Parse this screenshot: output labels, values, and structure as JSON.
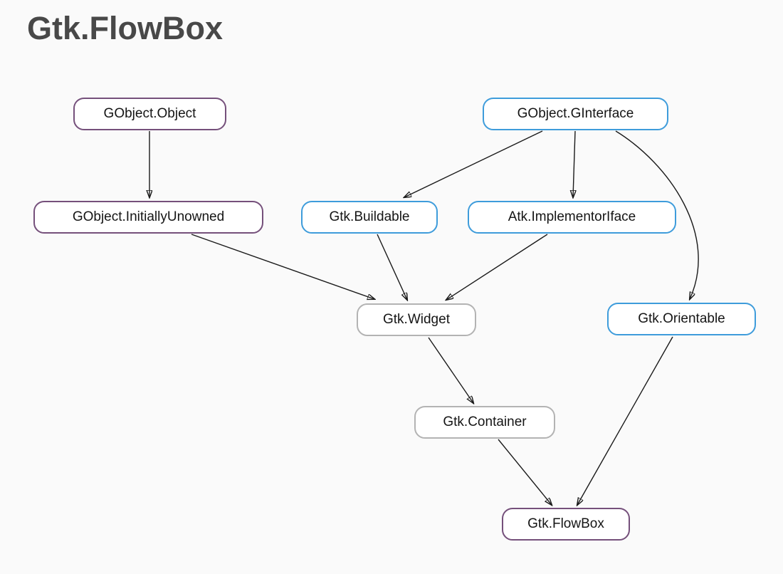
{
  "page": {
    "title": "Gtk.FlowBox",
    "background_color": "#fafafa",
    "title_color": "#484848"
  },
  "colors": {
    "class_node_border": "#75507b",
    "interface_node_border": "#3e9cdb",
    "ancestor_node_border": "#b3b3b3",
    "node_background": "#ffffff",
    "node_text": "#151515",
    "edge_stroke": "#1a1a1a"
  },
  "diagram": {
    "type": "inheritance-graph",
    "nodes": [
      {
        "id": "gobject-object",
        "label": "GObject.Object",
        "kind": "class"
      },
      {
        "id": "gobject-ginterface",
        "label": "GObject.GInterface",
        "kind": "interface"
      },
      {
        "id": "gobject-initiallyunowned",
        "label": "GObject.InitiallyUnowned",
        "kind": "class"
      },
      {
        "id": "gtk-buildable",
        "label": "Gtk.Buildable",
        "kind": "interface"
      },
      {
        "id": "atk-implementoriface",
        "label": "Atk.ImplementorIface",
        "kind": "interface"
      },
      {
        "id": "gtk-widget",
        "label": "Gtk.Widget",
        "kind": "plain"
      },
      {
        "id": "gtk-orientable",
        "label": "Gtk.Orientable",
        "kind": "interface"
      },
      {
        "id": "gtk-container",
        "label": "Gtk.Container",
        "kind": "plain"
      },
      {
        "id": "gtk-flowbox",
        "label": "Gtk.FlowBox",
        "kind": "class"
      }
    ],
    "edges": [
      {
        "from": "gobject-object",
        "to": "gobject-initiallyunowned"
      },
      {
        "from": "gobject-ginterface",
        "to": "gtk-buildable"
      },
      {
        "from": "gobject-ginterface",
        "to": "atk-implementoriface"
      },
      {
        "from": "gobject-ginterface",
        "to": "gtk-orientable"
      },
      {
        "from": "gobject-initiallyunowned",
        "to": "gtk-widget"
      },
      {
        "from": "gtk-buildable",
        "to": "gtk-widget"
      },
      {
        "from": "atk-implementoriface",
        "to": "gtk-widget"
      },
      {
        "from": "gtk-widget",
        "to": "gtk-container"
      },
      {
        "from": "gtk-container",
        "to": "gtk-flowbox"
      },
      {
        "from": "gtk-orientable",
        "to": "gtk-flowbox"
      }
    ]
  }
}
